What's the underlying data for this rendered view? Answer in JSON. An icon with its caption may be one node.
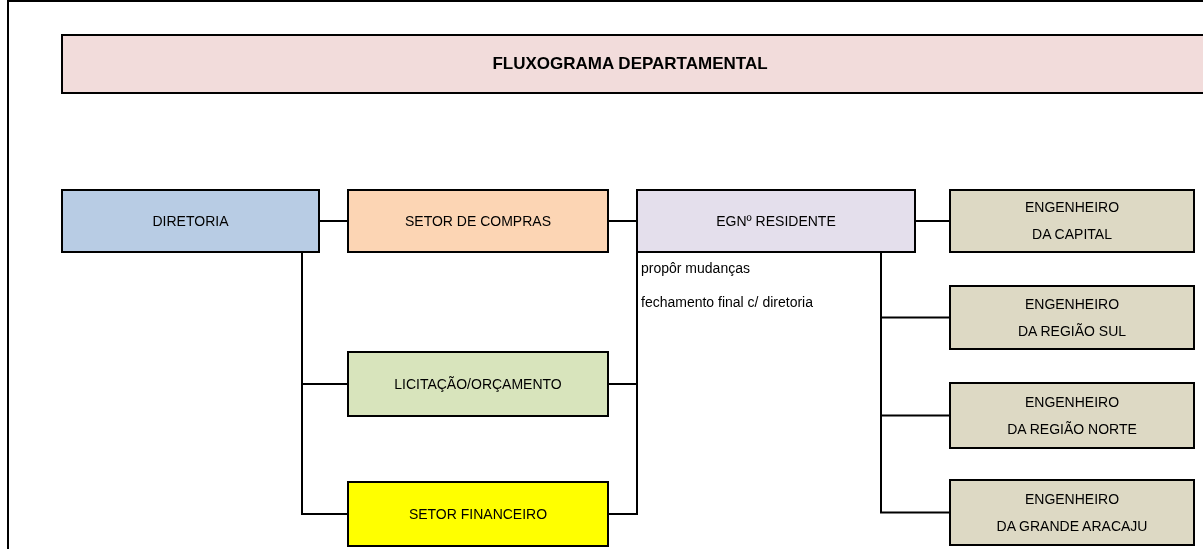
{
  "diagram": {
    "title": "FLUXOGRAMA DEPARTAMENTAL",
    "nodes": [
      {
        "text": [
          "DIRETORIA"
        ]
      },
      {
        "text": [
          "SETOR DE COMPRAS"
        ]
      },
      {
        "text": [
          "LICITAÇÃO/ORÇAMENTO"
        ]
      },
      {
        "text": [
          "SETOR FINANCEIRO"
        ]
      },
      {
        "text": [
          "EGNº RESIDENTE"
        ]
      },
      {
        "text": [
          "ENGENHEIRO DA CAPITAL"
        ]
      },
      {
        "text": [
          "ENGENHEIRO DA REGIÃO SUL"
        ]
      },
      {
        "text": [
          "ENGENHEIRO DA REGIÃO NORTE"
        ]
      },
      {
        "text": [
          "ENGENHEIRO DA GRANDE ARACAJU"
        ]
      }
    ],
    "edges": [
      {
        "from": 0,
        "to": 1,
        "arrow": "none"
      },
      {
        "from": 0,
        "to": 2,
        "arrow": "none"
      },
      {
        "from": 0,
        "to": 3,
        "arrow": "none"
      },
      {
        "from": 1,
        "to": 4,
        "arrow": "none"
      },
      {
        "from": 2,
        "to": 4,
        "arrow": "none"
      },
      {
        "from": 3,
        "to": 4,
        "arrow": "none"
      },
      {
        "from": 4,
        "to": 5,
        "arrow": "none"
      },
      {
        "from": 4,
        "to": 6,
        "arrow": "none"
      },
      {
        "from": 4,
        "to": 7,
        "arrow": "none"
      },
      {
        "from": 4,
        "to": 8,
        "arrow": "none"
      }
    ],
    "labels": [
      "propôr mudanças",
      "fechamento final c/ diretoria"
    ]
  }
}
